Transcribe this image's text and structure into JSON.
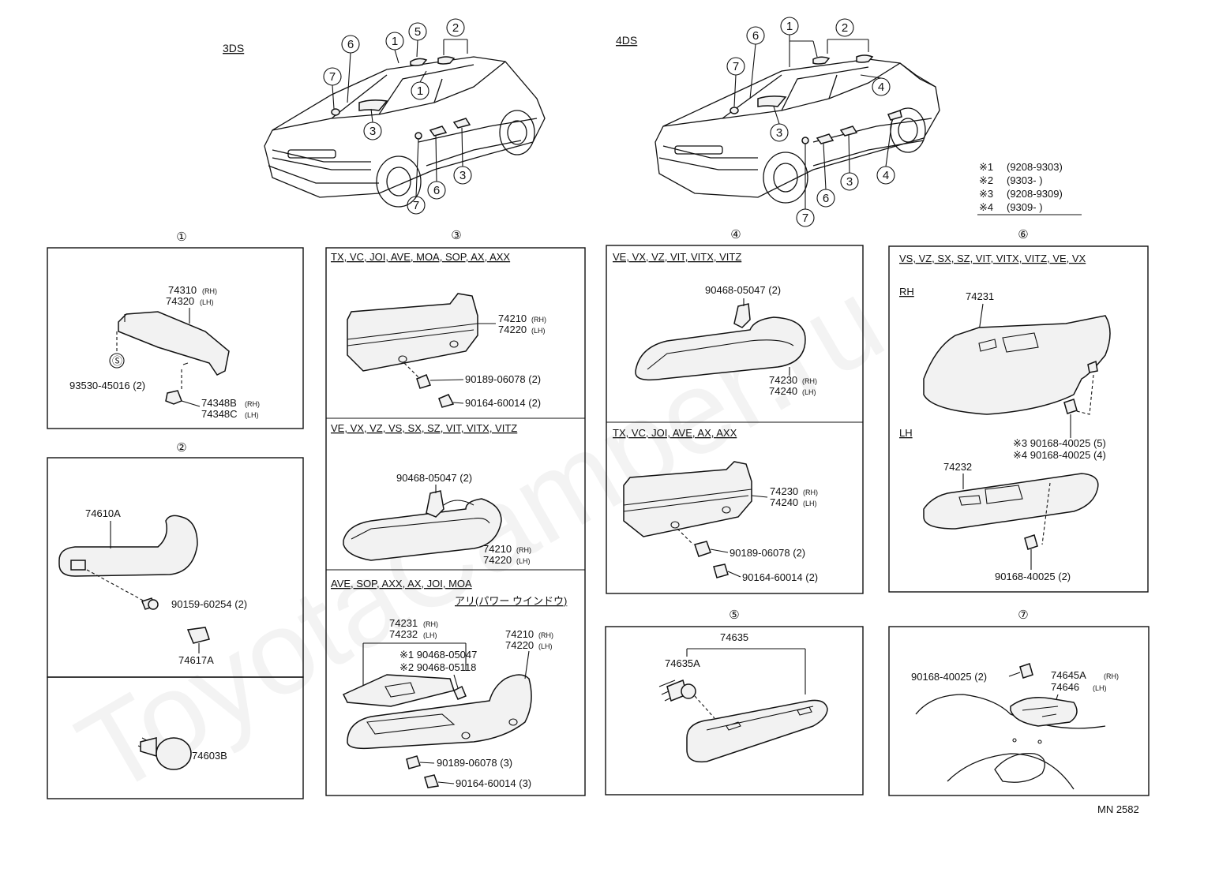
{
  "watermark": "ToyotaCamper.ru",
  "views": [
    {
      "label": "3DS"
    },
    {
      "label": "4DS"
    }
  ],
  "callout_numbers": [
    "①",
    "②",
    "③",
    "④",
    "⑤",
    "⑥",
    "⑦"
  ],
  "legend": [
    {
      "mark": "※1",
      "range": "(9208-9303)"
    },
    {
      "mark": "※2",
      "range": "(9303-        )"
    },
    {
      "mark": "※3",
      "range": "(9208-9309)"
    },
    {
      "mark": "※4",
      "range": "(9309-        )"
    }
  ],
  "panels": {
    "p1": {
      "number": "①",
      "parts": [
        "74310",
        "(RH)",
        "74320",
        "(LH)",
        "Ⓢ",
        "93530-45016 (2)",
        "74348B",
        "(RH)",
        "74348C",
        "(LH)"
      ]
    },
    "p2": {
      "number": "②",
      "parts": [
        "74610A",
        "90159-60254 (2)",
        "74617A",
        "74603B"
      ]
    },
    "p3": {
      "number": "③",
      "sections": [
        {
          "header": "TX, VC, JOI, AVE, MOA, SOP, AX, AXX",
          "parts": [
            "74210",
            "(RH)",
            "74220",
            "(LH)",
            "90189-06078 (2)",
            "90164-60014 (2)"
          ]
        },
        {
          "header": "VE, VX, VZ, VS, SX, SZ, VIT, VITX, VITZ",
          "parts": [
            "90468-05047 (2)",
            "74210",
            "(RH)",
            "74220",
            "(LH)"
          ]
        },
        {
          "header": "AVE, SOP, AXX, AX, JOI, MOA",
          "subheader": "アリ(パワー ウインドウ)",
          "parts": [
            "74231",
            "(RH)",
            "74232",
            "(LH)",
            "74210",
            "(RH)",
            "74220",
            "(LH)",
            "※1 90468-05047",
            "※2 90468-05118",
            "90189-06078 (3)",
            "90164-60014 (3)"
          ]
        }
      ]
    },
    "p4": {
      "number": "④",
      "sections": [
        {
          "header": "VE, VX, VZ, VIT, VITX, VITZ",
          "parts": [
            "90468-05047 (2)",
            "74230",
            "(RH)",
            "74240",
            "(LH)"
          ]
        },
        {
          "header": "TX, VC, JOI, AVE, AX, AXX",
          "parts": [
            "74230",
            "(RH)",
            "74240",
            "(LH)",
            "90189-06078 (2)",
            "90164-60014 (2)"
          ]
        }
      ]
    },
    "p5": {
      "number": "⑤",
      "parts": [
        "74635",
        "74635A"
      ]
    },
    "p6": {
      "number": "⑥",
      "header": "VS, VZ, SX, SZ, VIT, VITX, VITZ, VE, VX",
      "rh_label": "RH",
      "lh_label": "LH",
      "parts": [
        "74231",
        "※3 90168-40025 (5)",
        "※4 90168-40025 (4)",
        "74232",
        "90168-40025 (2)"
      ]
    },
    "p7": {
      "number": "⑦",
      "parts": [
        "90168-40025 (2)",
        "74645A",
        "(RH)",
        "74646",
        "(LH)"
      ]
    }
  },
  "footer_code": "MN 2582"
}
